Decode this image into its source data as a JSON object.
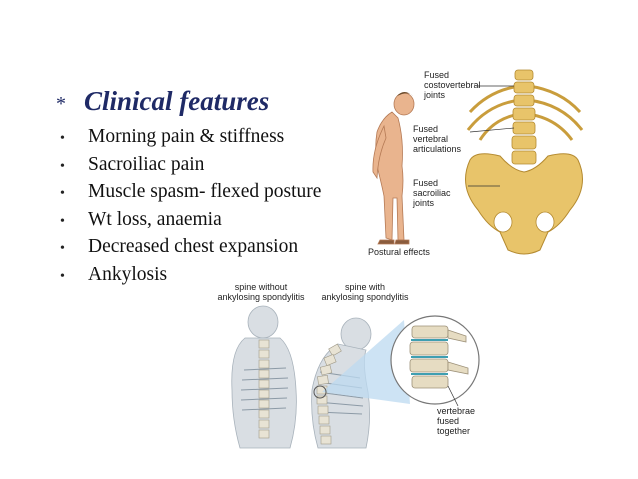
{
  "slide": {
    "heading_bullet": "*",
    "heading": "Clinical features",
    "bullet_glyph": "•",
    "bullets": [
      "Morning pain & stiffness",
      "Sacroiliac pain",
      "Muscle spasm- flexed posture",
      "Wt loss, anaemia",
      "Decreased chest expansion",
      "Ankylosis"
    ]
  },
  "figure_top": {
    "label_costovertebral": "Fused\ncostovertebral\njoints",
    "label_vertebral": "Fused\nvertebral\narticulations",
    "label_sacroiliac": "Fused\nsacroiliac\njoints",
    "label_postural": "Postural effects"
  },
  "figure_bottom": {
    "label_without": "spine without\nankylosing spondylitis",
    "label_with": "spine with\nankylosing spondylitis",
    "label_fused": "vertebrae\nfused\ntogether"
  },
  "colors": {
    "heading": "#1f2a66",
    "bone": "#e8c46a",
    "skin": "#e9b48e",
    "zoom_blue": "#bcdaf0"
  }
}
